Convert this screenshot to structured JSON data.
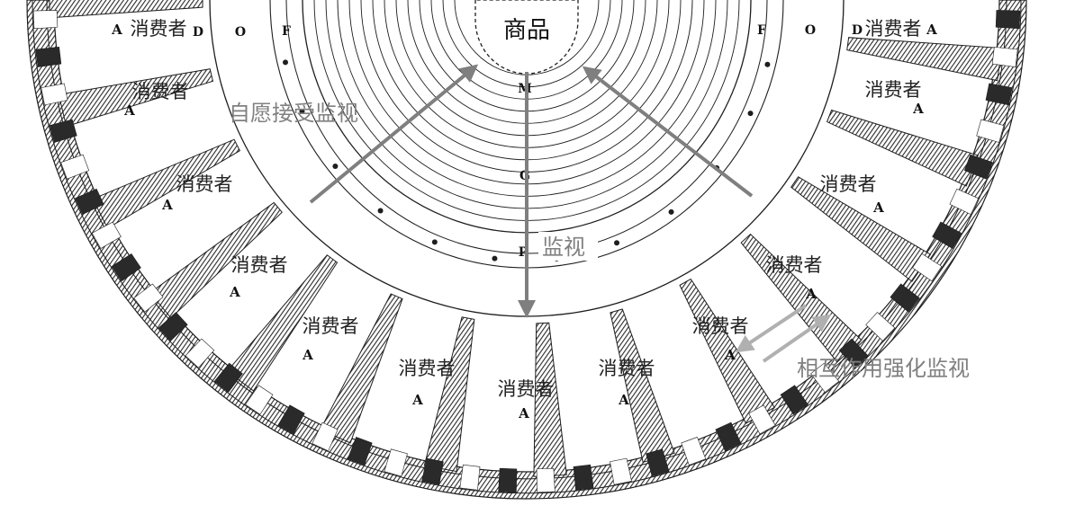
{
  "center": {
    "label": "商品"
  },
  "captions": {
    "voluntary": "自愿接受监视",
    "surveillance": "监视",
    "mutual": "相互作用强化监视"
  },
  "cells": [
    {
      "label": "消费者",
      "letter": "A"
    },
    {
      "label": "消费者",
      "letter": "A"
    },
    {
      "label": "消费者",
      "letter": "A"
    },
    {
      "label": "消费者",
      "letter": "A"
    },
    {
      "label": "消费者",
      "letter": "A"
    },
    {
      "label": "消费者",
      "letter": "A"
    },
    {
      "label": "消费者",
      "letter": "A"
    },
    {
      "label": "消费者",
      "letter": "A"
    },
    {
      "label": "消费者",
      "letter": "A"
    },
    {
      "label": "消费者",
      "letter": "A"
    },
    {
      "label": "消费者",
      "letter": "A"
    },
    {
      "label": "消费者",
      "letter": "A"
    },
    {
      "label": "消费者",
      "letter": "A"
    }
  ],
  "letters": {
    "left_top": [
      "D",
      "O",
      "F"
    ],
    "right_top": [
      "F",
      "O",
      "D"
    ],
    "center_axis": [
      "M",
      "G",
      "P"
    ]
  },
  "colors": {
    "ink": "#1e1e1e",
    "hatch": "#3a3a3a",
    "caption": "#808080",
    "arrow": "#7f7f7f",
    "arrow_light": "#b0b0b0"
  }
}
